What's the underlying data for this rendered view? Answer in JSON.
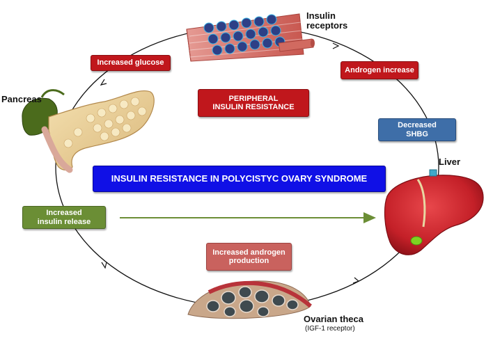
{
  "title": "INSULIN RESISTANCE IN POLYCISTYC OVARY SYNDROME",
  "center_label": "PERIPHERAL\nINSULIN RESISTANCE",
  "boxes": {
    "increased_glucose": "Increased glucose",
    "androgen_increase": "Androgen increase",
    "decreased_shbg": "Decreased\nSHBG",
    "increased_insulin_release": "Increased\ninsulin release",
    "increased_androgen_production": "Increased androgen\nproduction"
  },
  "organs": {
    "insulin_receptors": "Insulin\nreceptors",
    "pancreas": "Pancreas",
    "liver": "Liver",
    "ovarian_theca": "Ovarian theca",
    "ovarian_theca_sub": "(IGF-1 receptor)"
  },
  "colors": {
    "red_box": "#c0171c",
    "title_box": "#1010e6",
    "shbg_box": "#3e6ea8",
    "insulin_box": "#6b8e35",
    "androgen_box": "#c9625e",
    "arrow_green": "#6b8e35"
  }
}
